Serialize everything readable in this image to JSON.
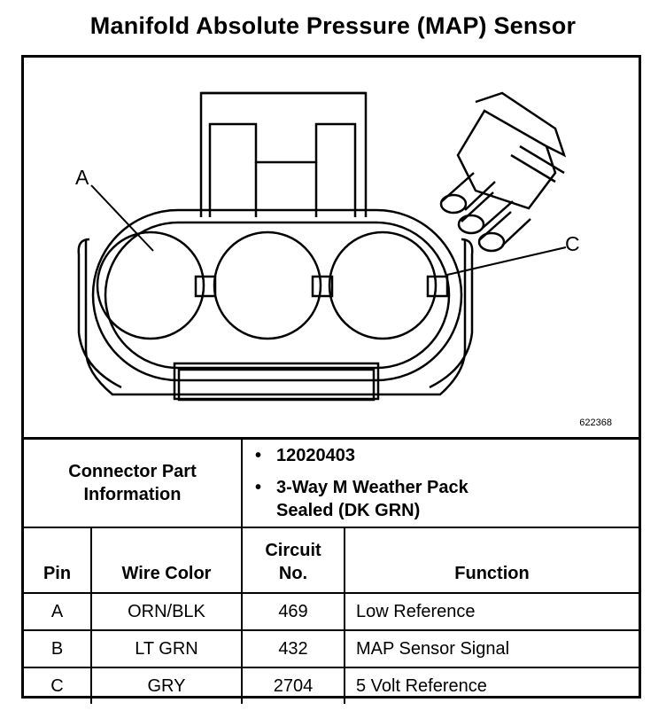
{
  "title": "Manifold Absolute Pressure (MAP) Sensor",
  "figure_number": "622368",
  "pin_labels": [
    "A",
    "C"
  ],
  "connector": {
    "label_line1": "Connector Part",
    "label_line2": "Information",
    "part_number": "12020403",
    "description_line1": "3-Way M Weather Pack",
    "description_line2": "Sealed (DK GRN)"
  },
  "table": {
    "headers": {
      "pin": "Pin",
      "wire_color": "Wire Color",
      "circuit_line1": "Circuit",
      "circuit_line2": "No.",
      "function": "Function"
    },
    "rows": [
      {
        "pin": "A",
        "wire_color": "ORN/BLK",
        "circuit": "469",
        "function": "Low Reference"
      },
      {
        "pin": "B",
        "wire_color": "LT GRN",
        "circuit": "432",
        "function": "MAP Sensor Signal"
      },
      {
        "pin": "C",
        "wire_color": "GRY",
        "circuit": "2704",
        "function": "5 Volt Reference"
      }
    ]
  }
}
